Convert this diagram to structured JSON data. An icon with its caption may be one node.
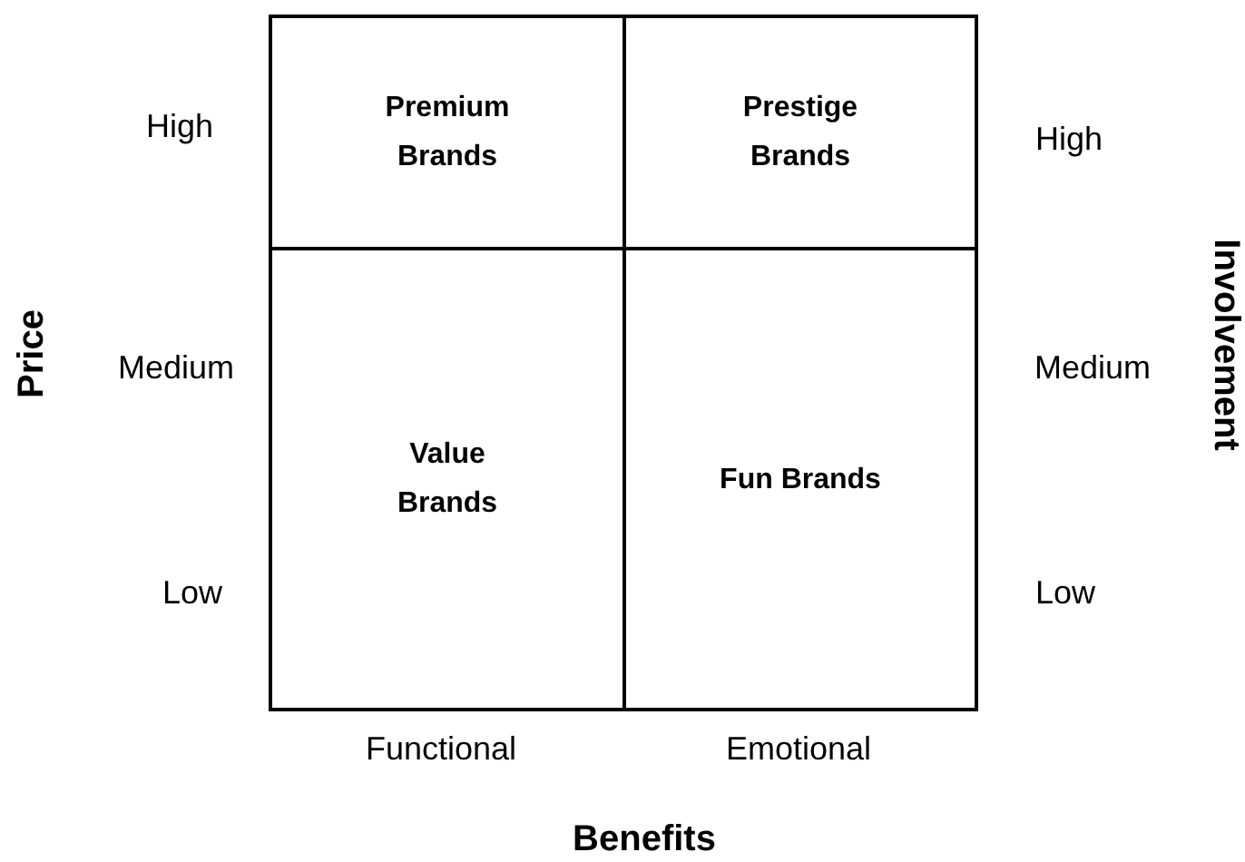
{
  "diagram": {
    "nodes": [
      {
        "text": [
          "Premium Brands"
        ]
      },
      {
        "text": [
          "Prestige Brands"
        ]
      },
      {
        "text": [
          "Value Brands"
        ]
      },
      {
        "text": [
          "Fun Brands"
        ]
      }
    ],
    "labels": [
      "High",
      "High",
      "Involvement",
      "Price",
      "Medium",
      "Medium",
      "Low",
      "Low",
      "Functional",
      "Emotional",
      "Benefits"
    ]
  }
}
